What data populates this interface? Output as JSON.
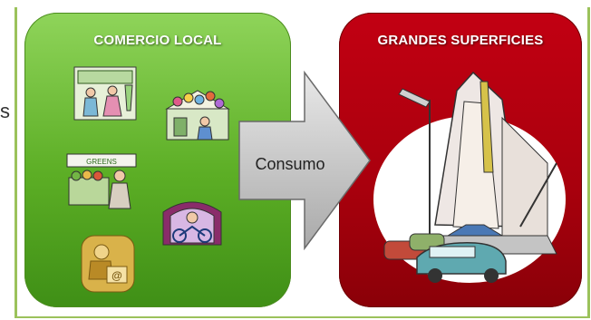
{
  "left_panel": {
    "title": "COMERCIO LOCAL"
  },
  "right_panel": {
    "title": "GRANDES SUPERFICIES"
  },
  "arrow": {
    "label": "Consumo"
  },
  "edge_glyph": "s",
  "colors": {
    "green_panel": "#5cae25",
    "red_panel": "#a8000d",
    "arrow": "#c9c9c9",
    "frame": "#9bc25b"
  },
  "icons": [
    "clothing-store-icon",
    "flower-market-icon",
    "greengrocer-icon",
    "bicycle-shop-icon",
    "internet-shopper-icon",
    "shopping-mall-building-icon"
  ]
}
